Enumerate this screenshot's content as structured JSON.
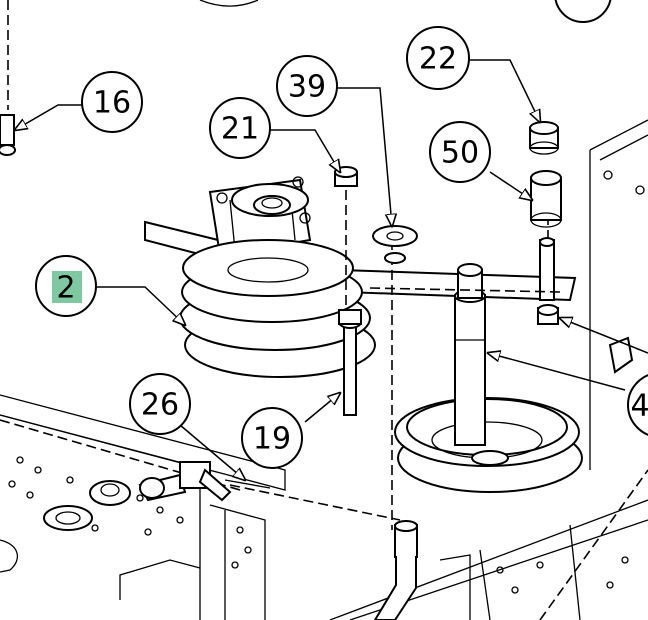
{
  "callouts": [
    {
      "id": "16",
      "label": "16"
    },
    {
      "id": "21",
      "label": "21"
    },
    {
      "id": "39",
      "label": "39"
    },
    {
      "id": "22",
      "label": "22"
    },
    {
      "id": "50",
      "label": "50"
    },
    {
      "id": "2",
      "label": "2"
    },
    {
      "id": "26",
      "label": "26"
    },
    {
      "id": "19",
      "label": "19"
    },
    {
      "id": "4",
      "label": "4"
    }
  ],
  "highlight": {
    "callout": "2",
    "color": "#7fc9a2"
  }
}
